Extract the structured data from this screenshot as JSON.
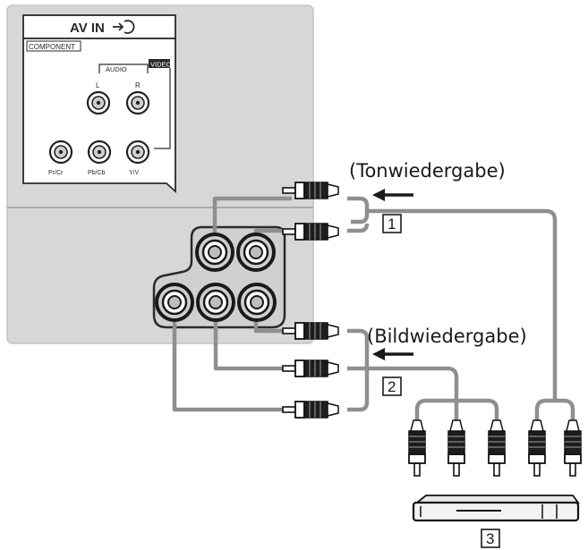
{
  "panel": {
    "title": "AV IN",
    "section_label": "COMPONENT",
    "audio_label": "AUDIO",
    "video_label": "VIDEO",
    "audio_left": "L",
    "audio_right": "R",
    "jack_pr": "Pr/Cr",
    "jack_pb": "Pb/Cb",
    "jack_y": "Y/V"
  },
  "labels": {
    "sound": "(Tonwiedergabe)",
    "picture": "(Bildwiedergabe)"
  },
  "callouts": {
    "one": "1",
    "two": "2",
    "three": "3"
  },
  "icons": {
    "input": "input-arrow-icon",
    "arrow": "left-arrow-icon",
    "device": "dvd-player-icon"
  }
}
